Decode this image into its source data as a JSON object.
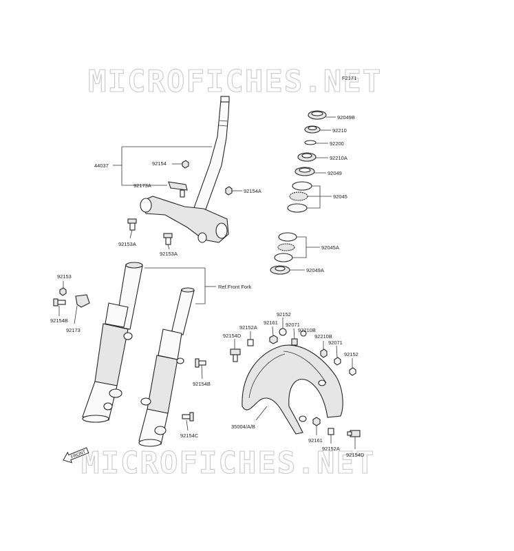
{
  "diagram_code": "F2171",
  "watermark": "MICROFICHES.NET",
  "front_arrow": "FRONT",
  "ref_text": "Ref.Front Fork",
  "labels": {
    "p44037": "44037",
    "p92154": "92154",
    "p92173A": "92173A",
    "p92154A": "92154A",
    "p92153A_1": "92153A",
    "p92153A_2": "92153A",
    "p92049B": "92049B",
    "p92210": "92210",
    "p92200": "92200",
    "p92210A": "92210A",
    "p92049": "92049",
    "p92045": "92045",
    "p92045A": "92045A",
    "p92049A": "92049A",
    "p92153": "92153",
    "p92154B_1": "92154B",
    "p92173": "92173",
    "p92154B_2": "92154B",
    "p92154C": "92154C",
    "p92152_top": "92152",
    "p92161_top": "92161",
    "p92152A_top": "92152A",
    "p92071_1": "92071",
    "p92210B_1": "92210B",
    "p92154D_1": "92154D",
    "p92210B_2": "92210B",
    "p92071_2": "92071",
    "p92152_right": "92152",
    "p35004": "35004/A/B",
    "p92161_bot": "92161",
    "p92152A_bot": "92152A",
    "p92154D_2": "92154D"
  }
}
